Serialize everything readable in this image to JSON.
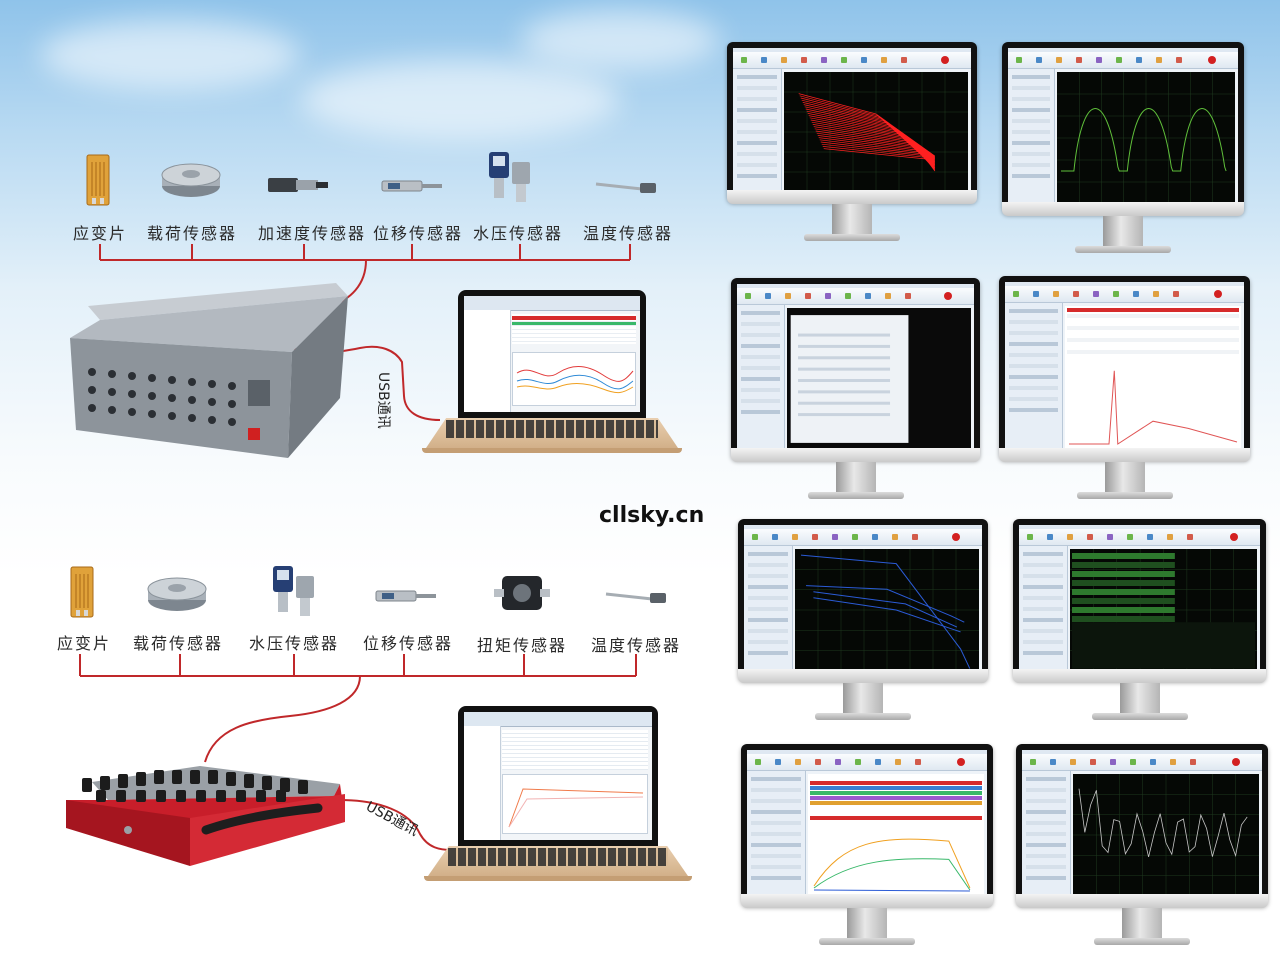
{
  "brand": "cllsky.cn",
  "top_chain": {
    "sensors": [
      {
        "label": "应变片",
        "icon": "strain-gauge-icon"
      },
      {
        "label": "载荷传感器",
        "icon": "load-cell-icon"
      },
      {
        "label": "加速度传感器",
        "icon": "accelerometer-icon"
      },
      {
        "label": "位移传感器",
        "icon": "displacement-sensor-icon"
      },
      {
        "label": "水压传感器",
        "icon": "pressure-sensor-icon"
      },
      {
        "label": "温度传感器",
        "icon": "temperature-probe-icon"
      }
    ],
    "link_label": "USB通讯"
  },
  "bottom_chain": {
    "sensors": [
      {
        "label": "应变片",
        "icon": "strain-gauge-icon"
      },
      {
        "label": "载荷传感器",
        "icon": "load-cell-icon"
      },
      {
        "label": "水压传感器",
        "icon": "pressure-sensor-icon"
      },
      {
        "label": "位移传感器",
        "icon": "displacement-sensor-icon"
      },
      {
        "label": "扭矩传感器",
        "icon": "torque-sensor-icon"
      },
      {
        "label": "温度传感器",
        "icon": "temperature-probe-icon"
      }
    ],
    "link_label": "USB通讯"
  },
  "colors": {
    "cable": "#c0282a",
    "plot_bg": "#050805",
    "trace_red": "#ff2020",
    "trace_green": "#5fbf3a",
    "trace_blue": "#2b5bd6",
    "device_gray": "#8a9098",
    "device_red": "#c81e2a"
  }
}
